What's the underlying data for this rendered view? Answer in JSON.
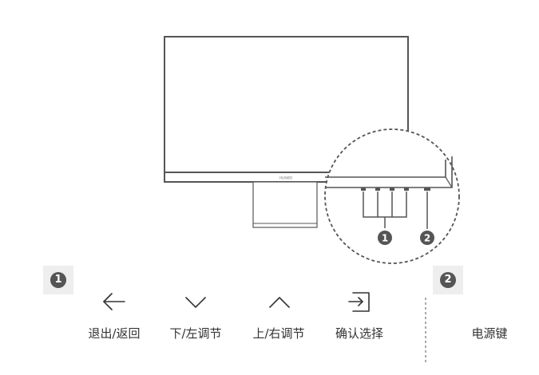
{
  "monitor": {
    "brand": "HUAWEI"
  },
  "callouts": {
    "group_number": "1",
    "power_number": "2"
  },
  "sections": [
    {
      "number": "1",
      "functions": [
        {
          "icon": "arrow-left-icon",
          "label": "退出/返回"
        },
        {
          "icon": "chevron-down-icon",
          "label": "下/左调节"
        },
        {
          "icon": "chevron-up-icon",
          "label": "上/右调节"
        },
        {
          "icon": "enter-icon",
          "label": "确认选择"
        }
      ]
    },
    {
      "number": "2",
      "functions": [
        {
          "icon": "",
          "label": "电源键"
        }
      ]
    }
  ],
  "colors": {
    "line": "#555555",
    "badge_bg": "#eeeeee",
    "text": "#333333"
  }
}
